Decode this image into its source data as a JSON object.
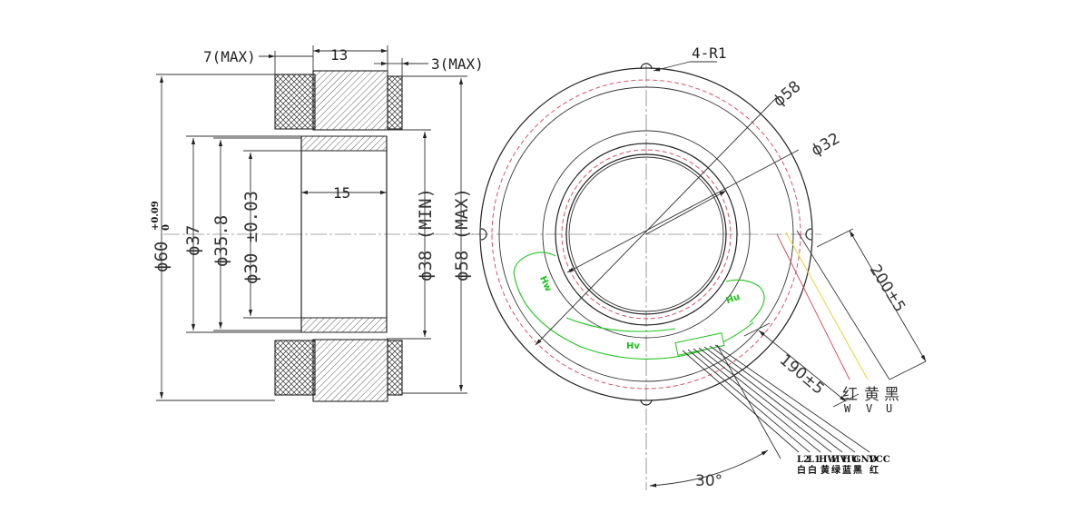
{
  "side_view": {
    "dim_left_max": "7(MAX)",
    "dim_top": "13",
    "dim_right_max": "3(MAX)",
    "dim_inner_len": "15",
    "dia_outer_left": "ϕ60",
    "tol_upper": "+0.09",
    "tol_lower": "0",
    "dia_37": "ϕ37",
    "dia_35_8": "ϕ35.8",
    "dia_30": "ϕ30 ±0.03",
    "dia_38_min": "ϕ38 (MIN)",
    "dia_58_max": "ϕ58 (MAX)"
  },
  "front_view": {
    "notch_label": "4-R1",
    "dia_58": "ϕ58",
    "dia_32": "ϕ32",
    "lead_len_1": "200±5",
    "lead_len_2": "190±5",
    "angle": "30°",
    "hall_sensors": [
      "Hw",
      "Hv",
      "Hu"
    ],
    "phase_colors": [
      "红",
      "黄",
      "黑"
    ],
    "phase_names": [
      "W",
      "V",
      "U"
    ],
    "signal_names": [
      "L2",
      "L1",
      "HW",
      "HV",
      "HU",
      "GND",
      "VCC"
    ],
    "signal_colors": [
      "白",
      "白",
      "黄",
      "绿",
      "蓝",
      "黑",
      "红"
    ]
  }
}
